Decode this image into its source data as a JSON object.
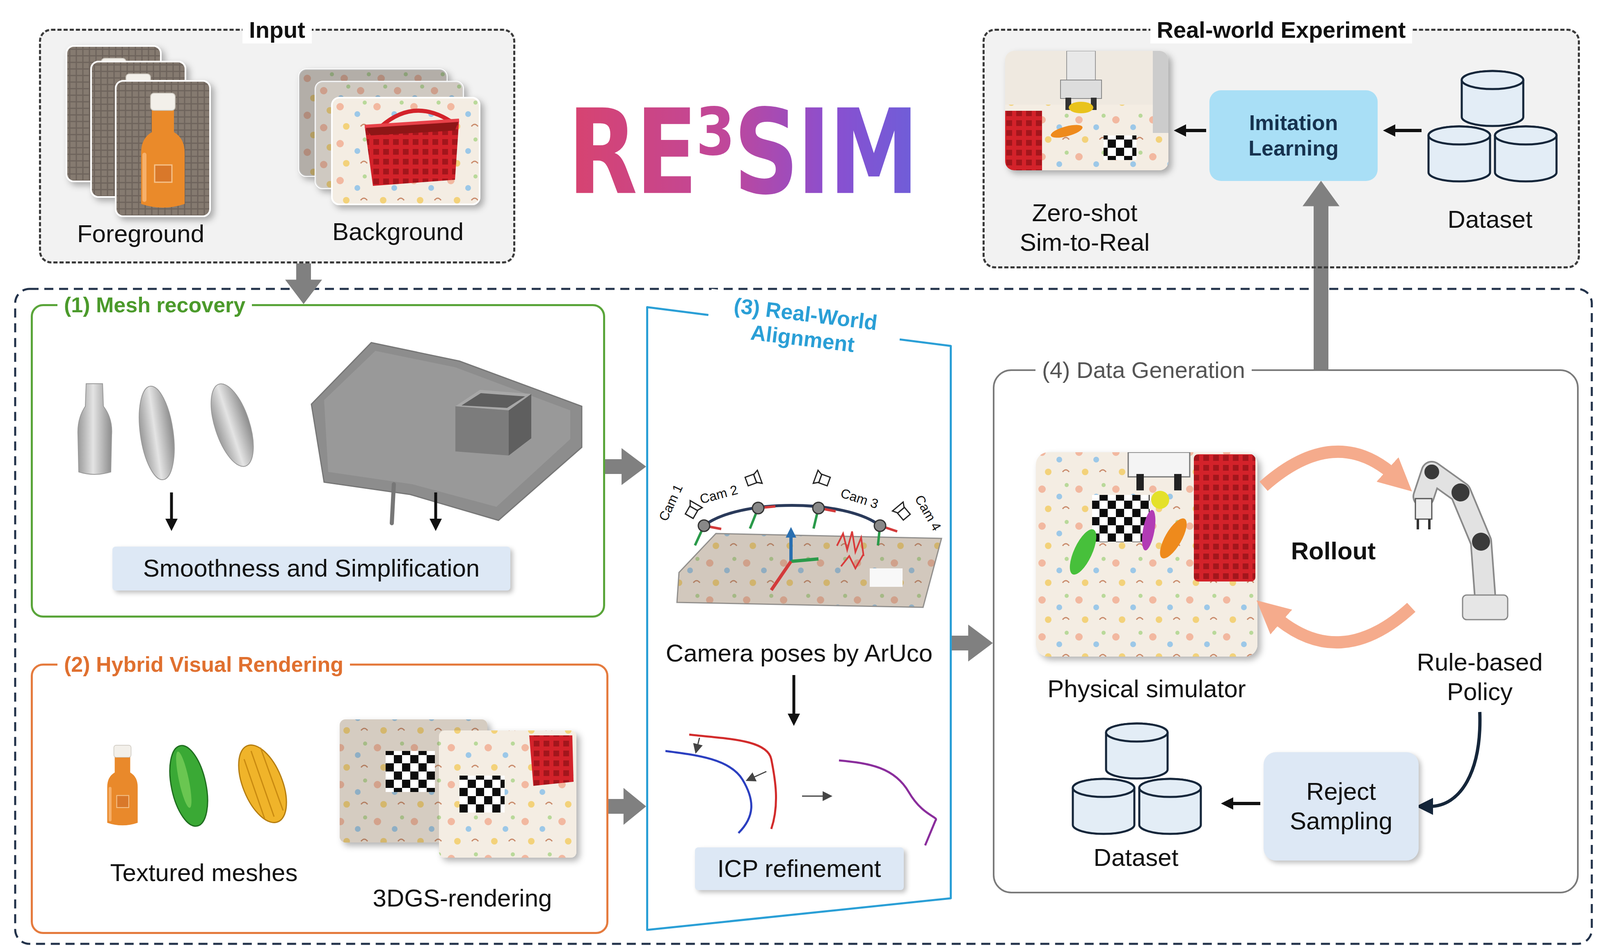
{
  "diagram": {
    "title": "RE³SIM",
    "nodes": [
      {
        "text": [
          "Input"
        ]
      },
      {
        "text": [
          "Real-world Experiment"
        ]
      },
      {
        "text": [
          "Imitation Learning"
        ],
        "in": 1
      },
      {
        "text": [
          "(1) Mesh recovery"
        ]
      },
      {
        "text": [
          "Smoothness and Simplification"
        ],
        "in": 3
      },
      {
        "text": [
          "(2) Hybrid Visual Rendering"
        ]
      },
      {
        "text": [
          "(3) Real-World Alignment"
        ]
      },
      {
        "text": [
          "ICP refinement"
        ],
        "in": 6
      },
      {
        "text": [
          "(4) Data Generation"
        ]
      },
      {
        "text": [
          "Reject Sampling"
        ],
        "in": 8
      }
    ],
    "edges": [
      {
        "from": 0,
        "to": 3,
        "arrow": "to"
      },
      {
        "from": 3,
        "to": 6,
        "arrow": "to"
      },
      {
        "from": 5,
        "to": 6,
        "arrow": "to"
      },
      {
        "from": 6,
        "to": 8,
        "arrow": "to"
      },
      {
        "from": 8,
        "to": 2,
        "arrow": "to"
      }
    ],
    "labels": [
      "Foreground",
      "Background",
      "Zero-shot Sim-to-Real",
      "Dataset",
      "Textured meshes",
      "3DGS-rendering",
      "Cam 1",
      "Cam 2",
      "Cam 3",
      "Cam 4",
      "Camera poses by ArUco",
      "Physical simulator",
      "Rollout",
      "Rule-based Policy",
      "Dataset"
    ]
  }
}
